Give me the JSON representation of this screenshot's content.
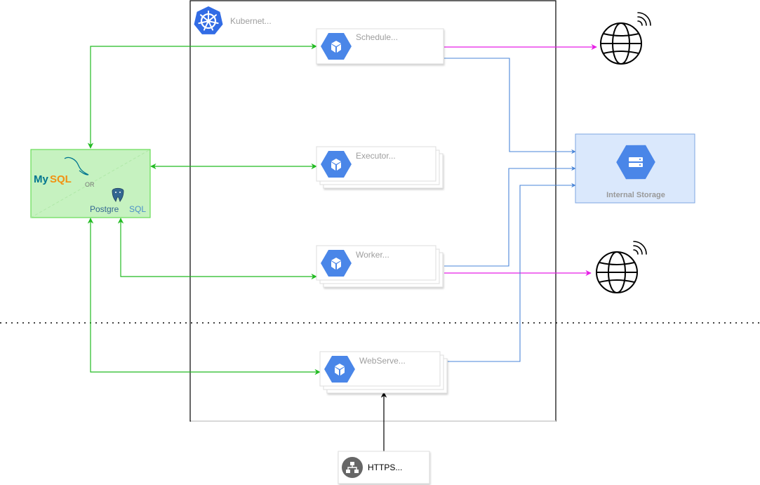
{
  "cluster": {
    "label": "Kubernet..."
  },
  "pods": {
    "scheduler": {
      "label": "Schedule..."
    },
    "executor": {
      "label": "Executor..."
    },
    "worker": {
      "label": "Worker..."
    },
    "webserver": {
      "label": "WebServe..."
    }
  },
  "database": {
    "mysql_my": "My",
    "mysql_sql": "SQL",
    "or_text": "OR",
    "postgres": "Postgre",
    "postgres_sql": "SQL"
  },
  "storage": {
    "label": "Internal Storage"
  },
  "https": {
    "label": "HTTPS..."
  },
  "colors": {
    "db_edge": "#22bb22",
    "internet_edge": "#e61ee6",
    "storage_edge": "#4a86d8",
    "gcp_blue": "#4a86e8",
    "storage_fill": "#dae8fc",
    "storage_stroke": "#7ea6e0",
    "db_fill": "#c6f2c0",
    "db_stroke": "#66dd55",
    "https_icon": "#666666"
  }
}
